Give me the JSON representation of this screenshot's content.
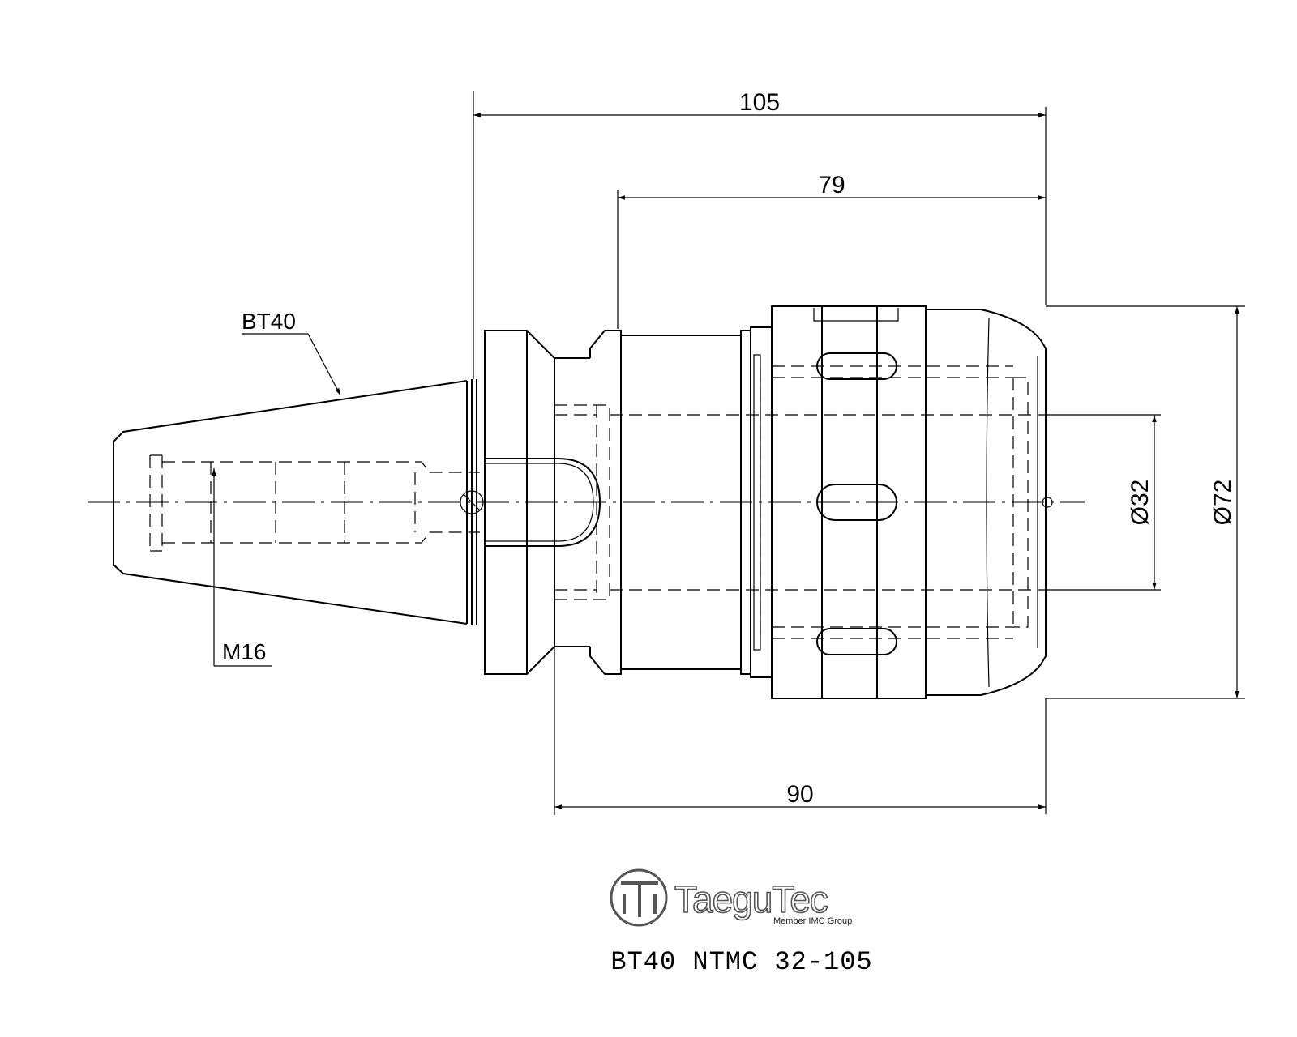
{
  "dimensions": {
    "overall_length": "105",
    "body_length": "79",
    "gauge_length": "90",
    "bore_diameter": "Ø32",
    "outer_diameter": "Ø72"
  },
  "labels": {
    "taper": "BT40",
    "thread": "M16"
  },
  "logo": {
    "brand": "TaeguTec",
    "tagline": "Member IMC Group"
  },
  "caption": "BT40 NTMC 32-105"
}
